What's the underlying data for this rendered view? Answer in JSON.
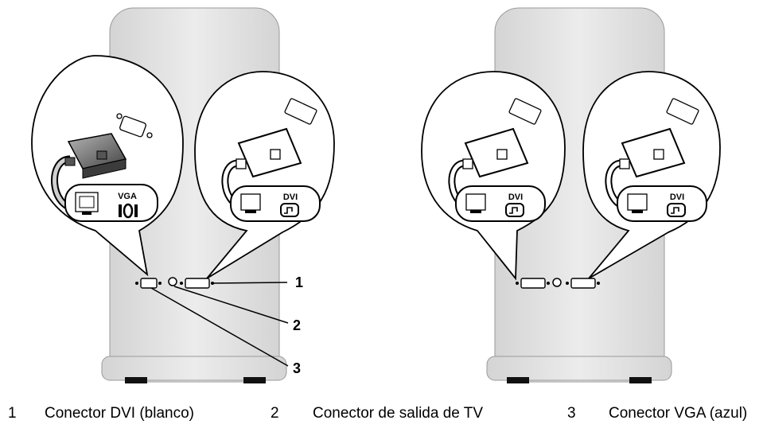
{
  "panels": [
    {
      "id": "left",
      "bubbles": [
        {
          "port_tag": "VGA"
        },
        {
          "port_tag": "DVI"
        }
      ]
    },
    {
      "id": "right",
      "bubbles": [
        {
          "port_tag": "DVI"
        },
        {
          "port_tag": "DVI"
        }
      ]
    }
  ],
  "callouts": [
    "1",
    "2",
    "3"
  ],
  "legend": [
    {
      "number": "1",
      "text": "Conector DVI (blanco)"
    },
    {
      "number": "2",
      "text": "Conector de salida de TV"
    },
    {
      "number": "3",
      "text": "Conector VGA (azul)"
    }
  ]
}
